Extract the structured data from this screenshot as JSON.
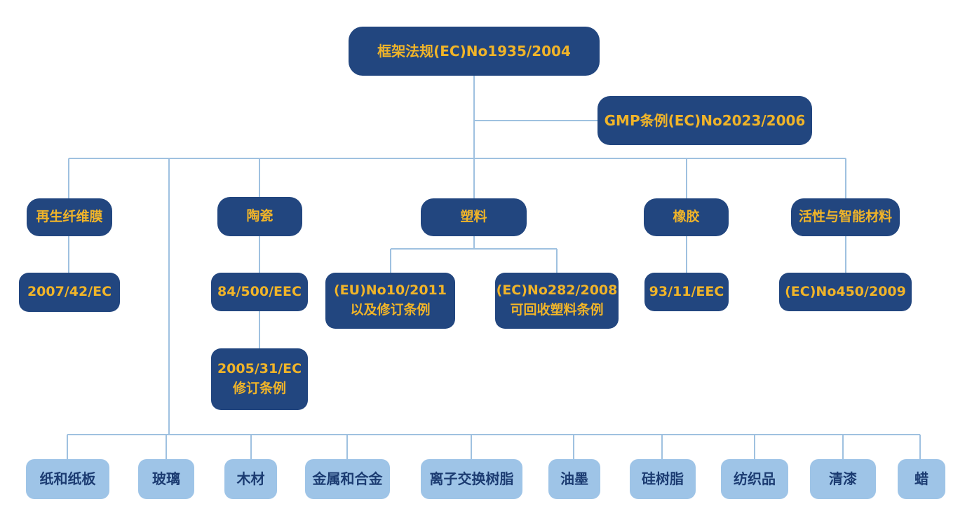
{
  "root": {
    "text": "框架法规(EC)No1935/2004"
  },
  "gmp": {
    "text": "GMP条例(EC)No2023/2006"
  },
  "categories": {
    "film": {
      "label": "再生纤维膜",
      "regs": [
        "2007/42/EC"
      ]
    },
    "ceramic": {
      "label": "陶瓷",
      "regs": [
        "84/500/EEC",
        "2005/31/EC\n修订条例"
      ]
    },
    "plastic": {
      "label": "塑料",
      "regs": [
        "(EU)No10/2011\n以及修订条例",
        "(EC)No282/2008\n可回收塑料条例"
      ]
    },
    "rubber": {
      "label": "橡胶",
      "regs": [
        "93/11/EEC"
      ]
    },
    "active": {
      "label": "活性与智能材料",
      "regs": [
        "(EC)No450/2009"
      ]
    }
  },
  "other_materials": [
    "纸和纸板",
    "玻璃",
    "木材",
    "金属和合金",
    "离子交换树脂",
    "油墨",
    "硅树脂",
    "纺织品",
    "清漆",
    "蜡"
  ],
  "colors": {
    "node": "#22467f",
    "node_text": "#f0b429",
    "leaf": "#9ec4e7",
    "leaf_text": "#1c3c72",
    "line": "#9fc1e0"
  }
}
